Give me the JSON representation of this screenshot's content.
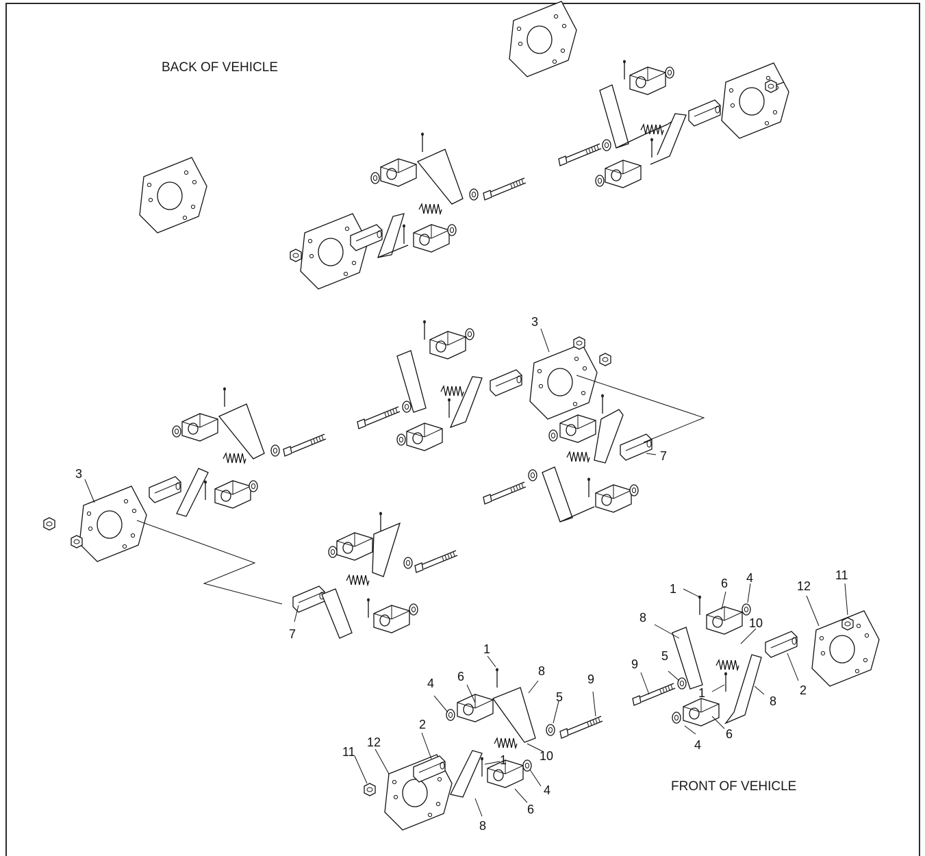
{
  "labels": {
    "back_of_vehicle": "BACK OF VEHICLE",
    "front_of_vehicle": "FRONT OF VEHICLE"
  },
  "callouts": {
    "upper_left_bracket": "3",
    "center_bracket": "3",
    "center_right_spacer": "7",
    "lower_left_spacer": "7",
    "ra_pin": "1",
    "ra_cap": "6",
    "ra_washer": "4",
    "ra_bracket": "12",
    "ra_nut": "11",
    "ra_arm": "8",
    "ra_spring": "10",
    "ra_bolt": "9",
    "ra_flat_washer": "5",
    "ra_pin_lower": "1",
    "ra_arm_lower": "8",
    "ra_spacer": "2",
    "ra_washer_lower": "4",
    "ra_cap_lower": "6",
    "ba_pin": "1",
    "ba_cap": "6",
    "ba_washer": "4",
    "ba_arm": "8",
    "ba_bolt": "9",
    "ba_flat_washer": "5",
    "ba_spacer": "2",
    "ba_bracket": "12",
    "ba_nut": "11",
    "ba_spring": "10",
    "ba_pin_lower": "1",
    "ba_washer_lower": "4",
    "ba_cap_lower": "6",
    "ba_arm_lower": "8"
  }
}
